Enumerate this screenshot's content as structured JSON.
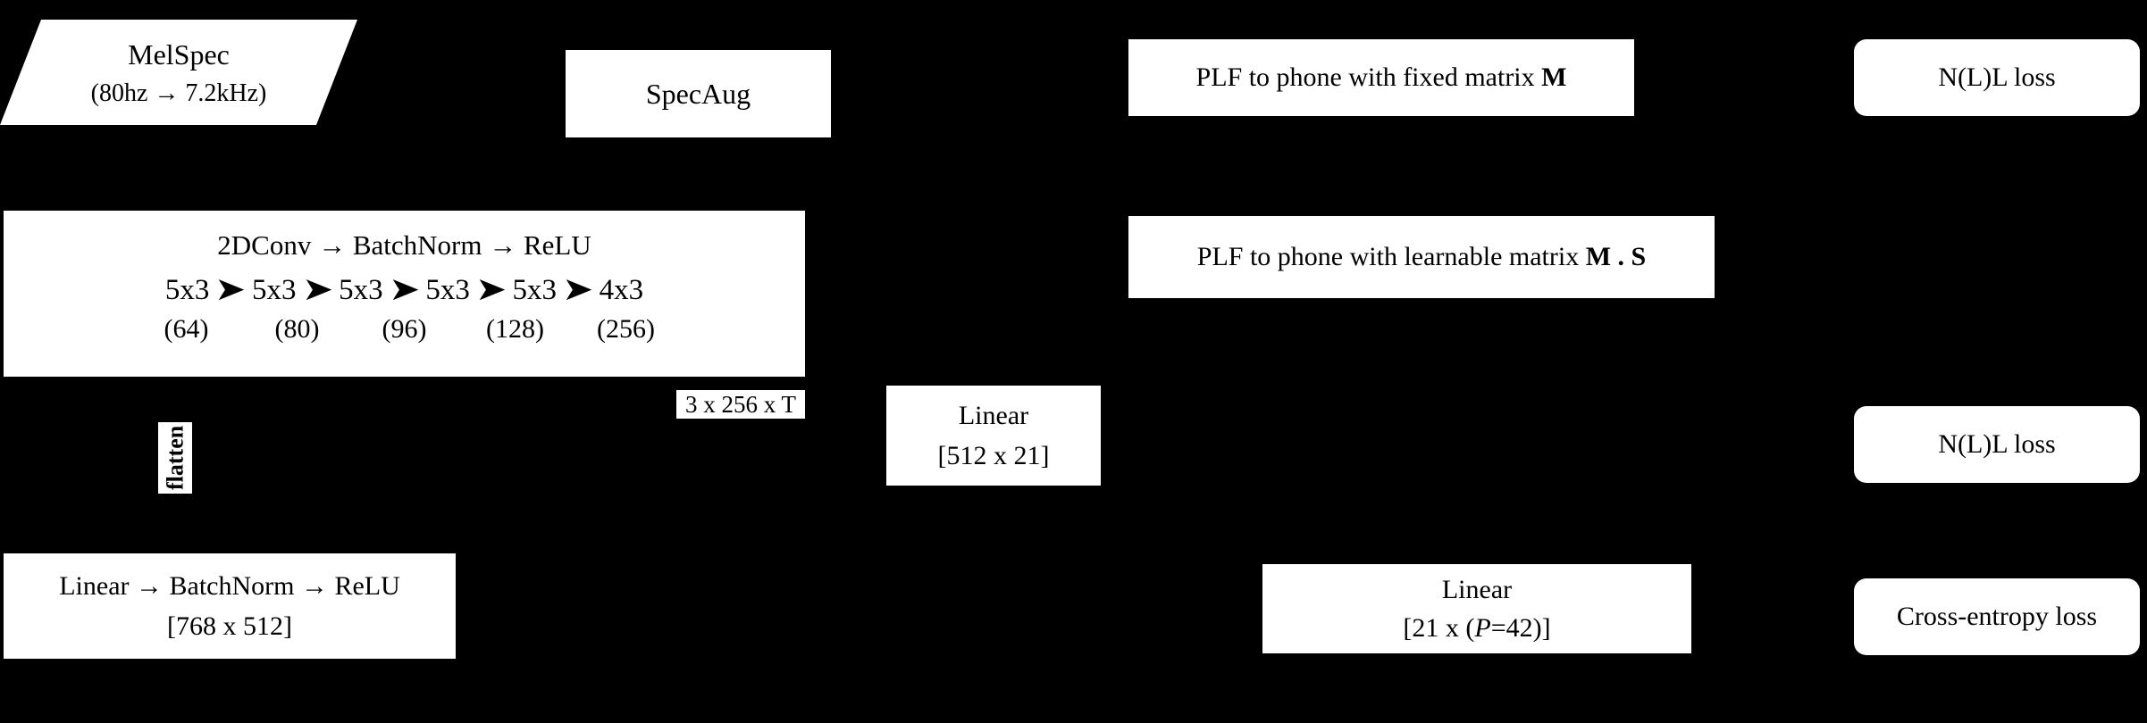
{
  "diagram": {
    "title": "Neural network architecture block diagram",
    "background_color": "#000000",
    "node_fill_color": "#ffffff",
    "text_color": "#000000"
  },
  "nodes": {
    "melspec": {
      "line1": "MelSpec",
      "line2": "(80hz → 7.2kHz)"
    },
    "specaug": {
      "label": "SpecAug"
    },
    "conv_block": {
      "title": "2DConv → BatchNorm → ReLU",
      "kernels": [
        "5x3",
        "5x3",
        "5x3",
        "5x3",
        "5x3",
        "4x3"
      ],
      "arrow": "➤",
      "channels": [
        "(64)",
        "(80)",
        "(96)",
        "(128)",
        "(256)"
      ]
    },
    "shape_tag": {
      "label": "3 x 256 x T"
    },
    "flatten_tag": {
      "label": "flatten"
    },
    "linear_768_512": {
      "line1": "Linear → BatchNorm → ReLU",
      "line2": "[768 x 512]"
    },
    "linear_512_21": {
      "line1": "Linear",
      "line2": "[512 x 21]"
    },
    "linear_21_p42": {
      "line1": "Linear",
      "line2_prefix": "[21 x (",
      "line2_italic": "P",
      "line2_suffix": "=42)]"
    },
    "plf_fixed": {
      "text": "PLF to phone with fixed matrix ",
      "matrix": "M"
    },
    "plf_learnable": {
      "text": "PLF to phone with learnable matrix ",
      "matrix": "M . S"
    },
    "loss_nll_top": {
      "label": "N(L)L loss"
    },
    "loss_nll_mid": {
      "label": "N(L)L loss"
    },
    "loss_ce": {
      "label": "Cross-entropy loss"
    }
  }
}
